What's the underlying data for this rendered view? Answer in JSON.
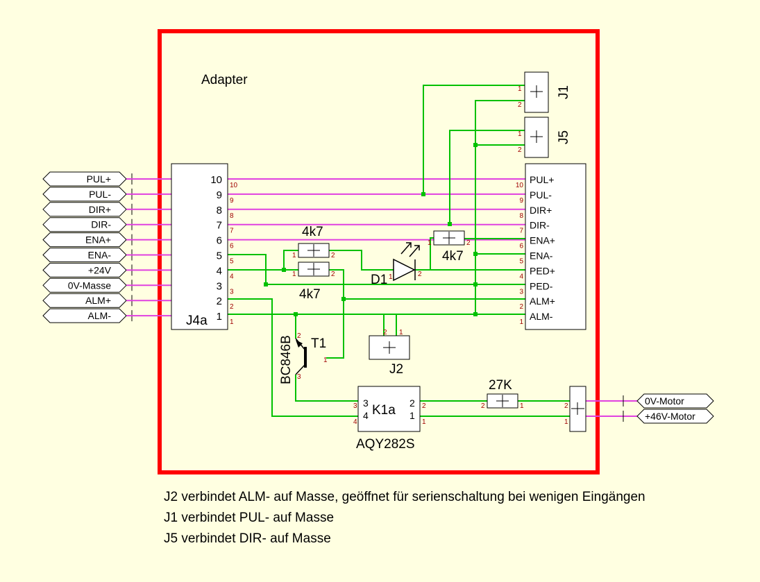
{
  "title": "Adapter",
  "colors": {
    "background": "#ffffe1",
    "border": "#ff0000",
    "wire": "#00c000",
    "signal": "#e040e0",
    "pin": "#c00000"
  },
  "ports_left": [
    "PUL+",
    "PUL-",
    "DIR+",
    "DIR-",
    "ENA+",
    "ENA-",
    "+24V",
    "0V-Masse",
    "ALM+",
    "ALM-"
  ],
  "ports_right": [
    "0V-Motor",
    "+46V-Motor"
  ],
  "j4a": {
    "ref": "J4a",
    "pins": [
      "10",
      "9",
      "8",
      "7",
      "6",
      "5",
      "4",
      "3",
      "2",
      "1"
    ]
  },
  "right_connector": {
    "labels": [
      "PUL+",
      "PUL-",
      "DIR+",
      "DIR-",
      "ENA+",
      "ENA-",
      "PED+",
      "PED-",
      "ALM+",
      "ALM-"
    ],
    "pins": [
      "10",
      "9",
      "8",
      "7",
      "6",
      "5",
      "4",
      "3",
      "2",
      "1"
    ]
  },
  "components": {
    "j1": "J1",
    "j5": "J5",
    "j2": "J2",
    "d1": "D1",
    "r_top": "4k7",
    "r_mid": "4k7",
    "r_led": "4k7",
    "r_27k": "27K",
    "t1": "T1",
    "t1_type": "BC846B",
    "k1": "K1a",
    "k1_type": "AQY282S"
  },
  "pin_numbers": {
    "one": "1",
    "two": "2",
    "three": "3",
    "four": "4"
  },
  "notes": [
    "J2 verbindet ALM- auf Masse, geöffnet für serienschaltung bei wenigen Eingängen",
    "J1 verbindet PUL- auf Masse",
    "J5 verbindet DIR- auf Masse"
  ]
}
